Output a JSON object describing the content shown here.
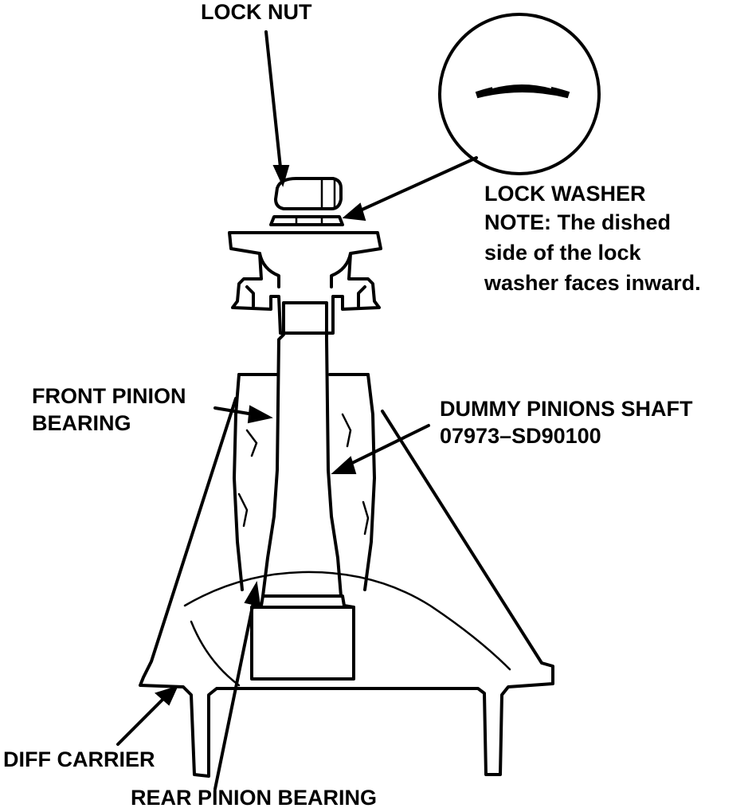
{
  "diagram": {
    "labels": {
      "lock_nut": "LOCK NUT",
      "lock_washer": "LOCK WASHER",
      "washer_note": [
        "NOTE: The dished",
        "side of the lock",
        "washer faces inward."
      ],
      "front_pinion_bearing": [
        "FRONT PINION",
        "BEARING"
      ],
      "dummy_pinions_shaft": [
        "DUMMY PINIONS SHAFT",
        "07973–SD90100"
      ],
      "diff_carrier": "DIFF CARRIER",
      "rear_pinion_bearing": "REAR PINION BEARING"
    }
  }
}
